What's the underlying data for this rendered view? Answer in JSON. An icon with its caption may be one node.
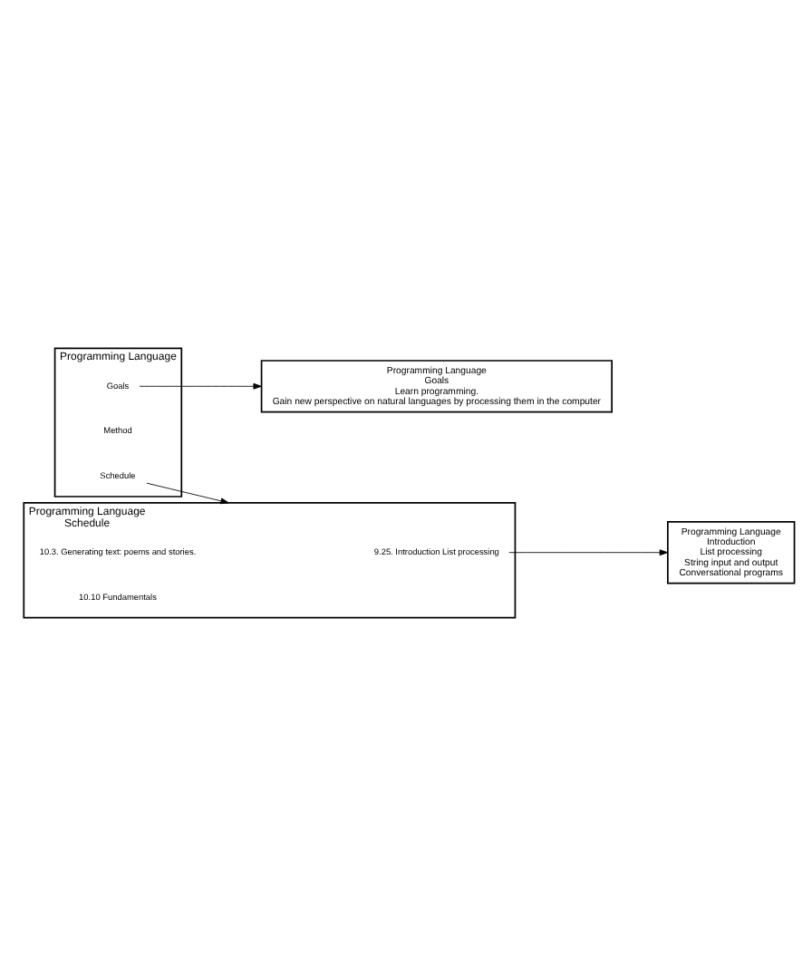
{
  "diagram": {
    "nodes": [
      {
        "text": [
          "Programming Language"
        ]
      },
      {
        "text": [
          "Goals"
        ],
        "in": 0
      },
      {
        "text": [
          "Method"
        ],
        "in": 0
      },
      {
        "text": [
          "Schedule"
        ],
        "in": 0
      },
      {
        "text": [
          "Programming Language",
          "Goals",
          "Learn programming.",
          "Gain new perspective on natural languages by processing them in the computer"
        ]
      },
      {
        "text": [
          "Programming Language",
          "Schedule"
        ]
      },
      {
        "text": [
          "9.25. Introduction List processing"
        ],
        "in": 5
      },
      {
        "text": [
          "10.3. Generating text: poems and stories."
        ],
        "in": 5
      },
      {
        "text": [
          "10.10 Fundamentals"
        ],
        "in": 5
      },
      {
        "text": [
          "Programming Language",
          "Introduction",
          "List processing",
          "String input and output",
          "Conversational programs"
        ]
      }
    ],
    "edges": [
      {
        "from": 1,
        "to": 4,
        "arrow": "to"
      },
      {
        "from": 3,
        "to": 5,
        "arrow": "to"
      },
      {
        "from": 6,
        "to": 9,
        "arrow": "to"
      }
    ]
  }
}
